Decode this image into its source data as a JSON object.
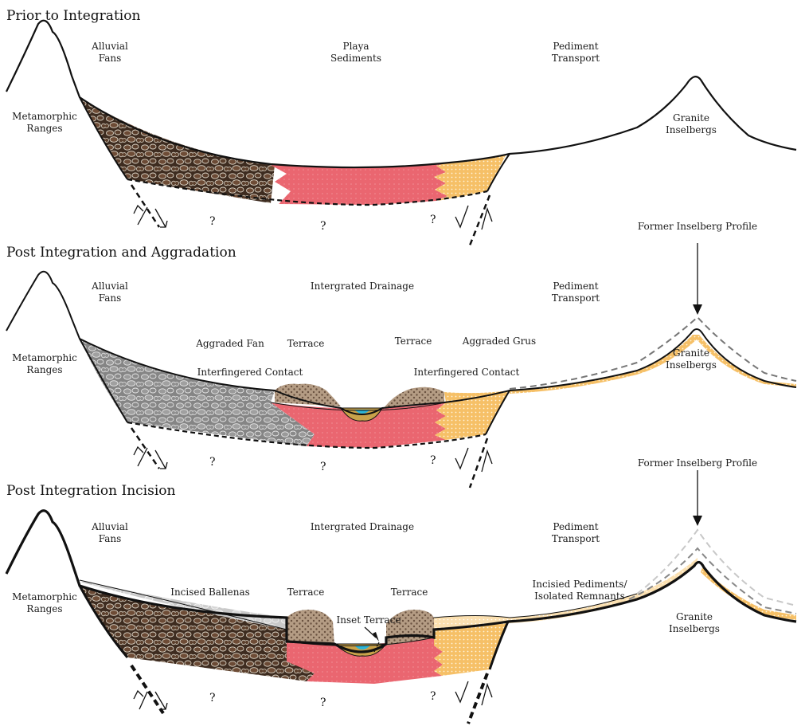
{
  "panels": [
    {
      "title": "Prior to Integration",
      "labels": {
        "alluvial_1": "Alluvial",
        "alluvial_2": "Fans",
        "playa_1": "Playa",
        "playa_2": "Sediments",
        "pediment_1": "Pediment",
        "pediment_2": "Transport",
        "metamorphic_1": "Metamorphic",
        "metamorphic_2": "Ranges",
        "granite_1": "Granite",
        "granite_2": "Inselbergs"
      },
      "question_marks": [
        "?",
        "?",
        "?"
      ]
    },
    {
      "title": "Post Integration and Aggradation",
      "labels": {
        "former_profile": "Former Inselberg Profile",
        "alluvial_1": "Alluvial",
        "alluvial_2": "Fans",
        "drainage": "Intergrated Drainage",
        "pediment_1": "Pediment",
        "pediment_2": "Transport",
        "metamorphic_1": "Metamorphic",
        "metamorphic_2": "Ranges",
        "aggraded_fan": "Aggraded Fan",
        "terrace_left": "Terrace",
        "terrace_right": "Terrace",
        "aggraded_grus": "Aggraded Grus",
        "contact_left": "Interfingered Contact",
        "contact_right": "Interfingered Contact",
        "granite_1": "Granite",
        "granite_2": "Inselbergs"
      },
      "question_marks": [
        "?",
        "?",
        "?"
      ]
    },
    {
      "title": "Post Integration Incision",
      "labels": {
        "former_profile": "Former Inselberg Profile",
        "alluvial_1": "Alluvial",
        "alluvial_2": "Fans",
        "drainage": "Intergrated Drainage",
        "pediment_1": "Pediment",
        "pediment_2": "Transport",
        "metamorphic_1": "Metamorphic",
        "metamorphic_2": "Ranges",
        "incised_ballenas": "Incised Ballenas",
        "terrace_left": "Terrace",
        "terrace_right": "Terrace",
        "incised_pediments_1": "Incisied Pediments/",
        "incised_pediments_2": "Isolated Remnants",
        "inset_terrace": "Inset Terrace",
        "granite_1": "Granite",
        "granite_2": "Inselbergs"
      },
      "question_marks": [
        "?",
        "?",
        "?"
      ]
    }
  ],
  "colors": {
    "fan_dark": "#4a3526",
    "fan_grey": "#8c8c8c",
    "playa": "#e8636b",
    "grus": "#f5c26b",
    "terrace": "#b39a82",
    "water": "#2bb5d9",
    "channel": "#c9a24a"
  }
}
